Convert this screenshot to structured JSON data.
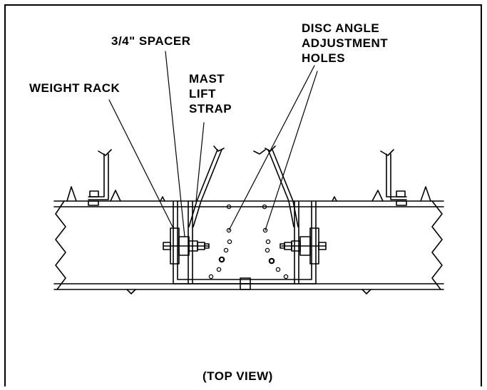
{
  "labels": {
    "weight_rack": "WEIGHT RACK",
    "spacer": "3/4\" SPACER",
    "mast_lift_strap": [
      "MAST",
      "LIFT",
      "STRAP"
    ],
    "disc_angle_holes": [
      "DISC ANGLE",
      "ADJUSTMENT",
      "HOLES"
    ],
    "view": "(TOP VIEW)"
  },
  "colors": {
    "line": "#000000",
    "background": "#ffffff"
  }
}
